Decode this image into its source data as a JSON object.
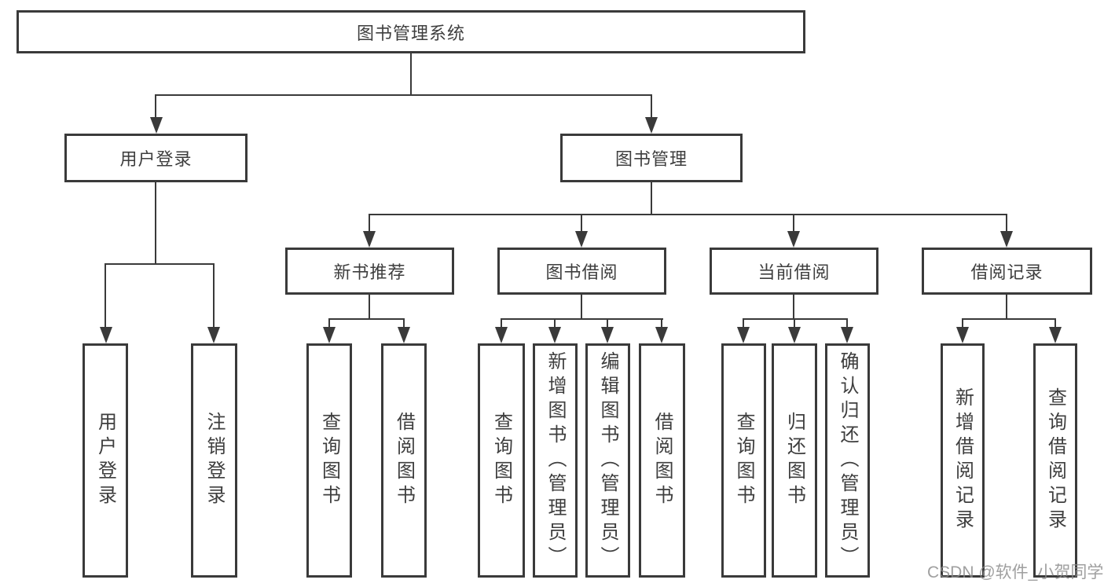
{
  "tree": {
    "root": "图书管理系统",
    "branches": [
      {
        "label": "用户登录",
        "leaves": [
          "用户登录",
          "注销登录"
        ]
      },
      {
        "label": "图书管理",
        "sections": [
          {
            "label": "新书推荐",
            "leaves": [
              "查询图书",
              "借阅图书"
            ]
          },
          {
            "label": "图书借阅",
            "leaves": [
              "查询图书",
              "新增图书（管理员）",
              "编辑图书（管理员）",
              "借阅图书"
            ]
          },
          {
            "label": "当前借阅",
            "leaves": [
              "查询图书",
              "归还图书",
              "确认归还（管理员）"
            ]
          },
          {
            "label": "借阅记录",
            "leaves": [
              "新增借阅记录",
              "查询借阅记录"
            ]
          }
        ]
      }
    ]
  },
  "watermark": "CSDN @软件_小贺同学",
  "colors": {
    "line": "#3a3a3a",
    "text": "#3e3e3e",
    "background": "#ffffff",
    "watermark": "#8a8a8a"
  }
}
